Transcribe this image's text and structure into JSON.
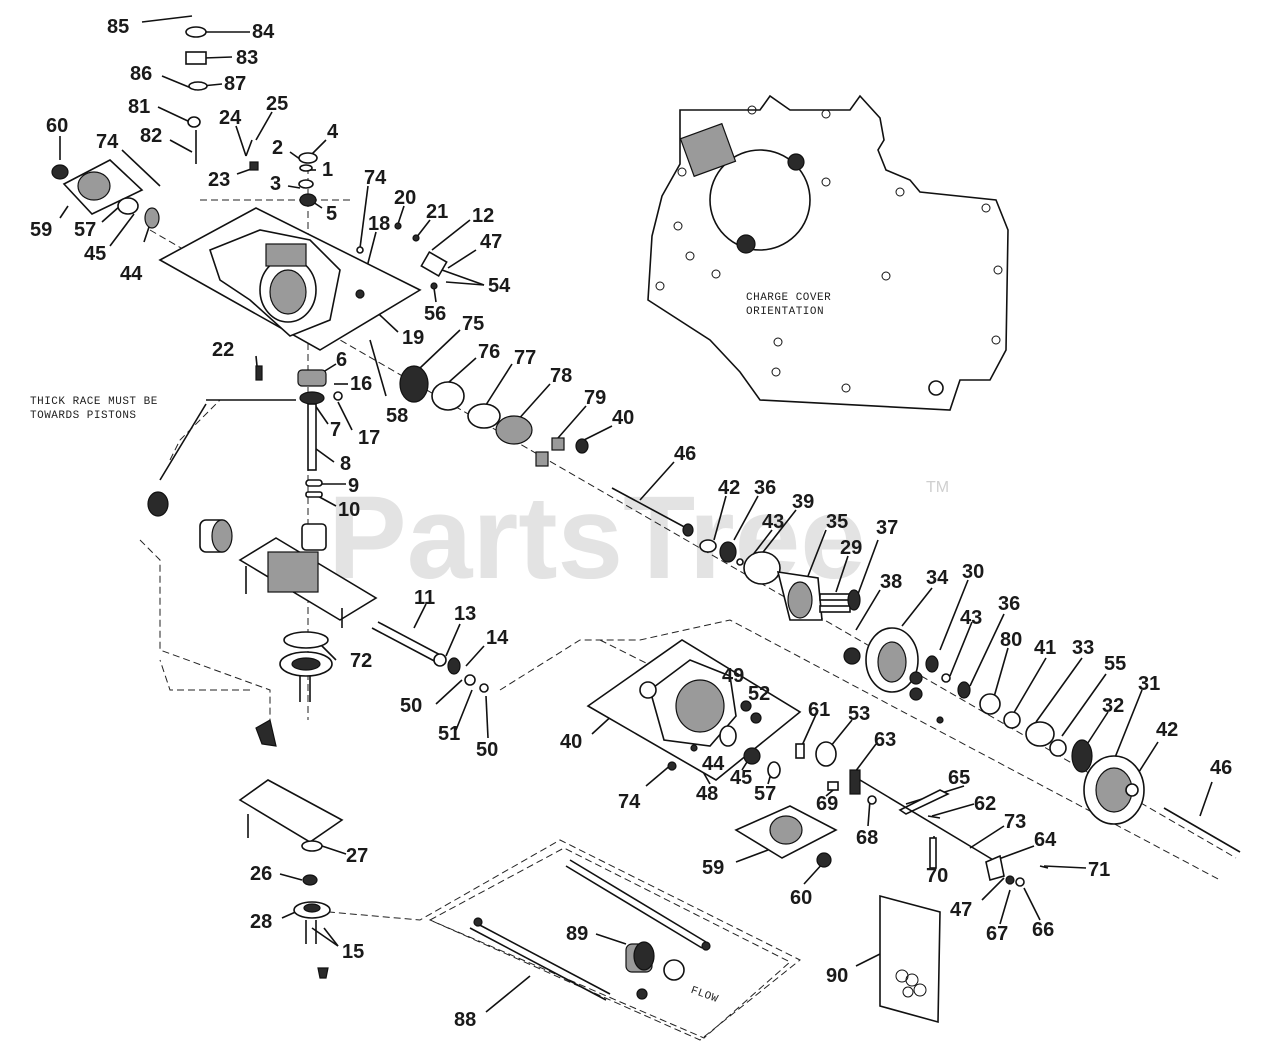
{
  "watermark": {
    "text": "PartsTree",
    "trademark": "TM"
  },
  "notes": {
    "thick_race_line1": "THICK RACE MUST BE",
    "thick_race_line2": "TOWARDS PISTONS",
    "charge_cover_line1": "CHARGE COVER",
    "charge_cover_line2": "ORIENTATION",
    "flow_mark": "FLOW"
  },
  "callouts": [
    {
      "id": "c85",
      "text": "85"
    },
    {
      "id": "c84",
      "text": "84"
    },
    {
      "id": "c83",
      "text": "83"
    },
    {
      "id": "c86",
      "text": "86"
    },
    {
      "id": "c87",
      "text": "87"
    },
    {
      "id": "c81",
      "text": "81"
    },
    {
      "id": "c25",
      "text": "25"
    },
    {
      "id": "c24",
      "text": "24"
    },
    {
      "id": "c60a",
      "text": "60"
    },
    {
      "id": "c74a",
      "text": "74"
    },
    {
      "id": "c82",
      "text": "82"
    },
    {
      "id": "c4",
      "text": "4"
    },
    {
      "id": "c2",
      "text": "2"
    },
    {
      "id": "c1",
      "text": "1"
    },
    {
      "id": "c23",
      "text": "23"
    },
    {
      "id": "c3",
      "text": "3"
    },
    {
      "id": "c5",
      "text": "5"
    },
    {
      "id": "c74b",
      "text": "74"
    },
    {
      "id": "c20",
      "text": "20"
    },
    {
      "id": "c21",
      "text": "21"
    },
    {
      "id": "c12",
      "text": "12"
    },
    {
      "id": "c47a",
      "text": "47"
    },
    {
      "id": "c59a",
      "text": "59"
    },
    {
      "id": "c57a",
      "text": "57"
    },
    {
      "id": "c45a",
      "text": "45"
    },
    {
      "id": "c44a",
      "text": "44"
    },
    {
      "id": "c18",
      "text": "18"
    },
    {
      "id": "c54",
      "text": "54"
    },
    {
      "id": "c56",
      "text": "56"
    },
    {
      "id": "c19",
      "text": "19"
    },
    {
      "id": "c75",
      "text": "75"
    },
    {
      "id": "c22",
      "text": "22"
    },
    {
      "id": "c6",
      "text": "6"
    },
    {
      "id": "c76",
      "text": "76"
    },
    {
      "id": "c77",
      "text": "77"
    },
    {
      "id": "c16",
      "text": "16"
    },
    {
      "id": "c58",
      "text": "58"
    },
    {
      "id": "c78",
      "text": "78"
    },
    {
      "id": "c7",
      "text": "7"
    },
    {
      "id": "c17",
      "text": "17"
    },
    {
      "id": "c79",
      "text": "79"
    },
    {
      "id": "c40a",
      "text": "40"
    },
    {
      "id": "c8",
      "text": "8"
    },
    {
      "id": "c46a",
      "text": "46"
    },
    {
      "id": "c9",
      "text": "9"
    },
    {
      "id": "c42a",
      "text": "42"
    },
    {
      "id": "c36a",
      "text": "36"
    },
    {
      "id": "c10",
      "text": "10"
    },
    {
      "id": "c39",
      "text": "39"
    },
    {
      "id": "c43a",
      "text": "43"
    },
    {
      "id": "c35",
      "text": "35"
    },
    {
      "id": "c37",
      "text": "37"
    },
    {
      "id": "c29",
      "text": "29"
    },
    {
      "id": "c34",
      "text": "34"
    },
    {
      "id": "c30",
      "text": "30"
    },
    {
      "id": "c38",
      "text": "38"
    },
    {
      "id": "c11",
      "text": "11"
    },
    {
      "id": "c13",
      "text": "13"
    },
    {
      "id": "c43b",
      "text": "43"
    },
    {
      "id": "c36b",
      "text": "36"
    },
    {
      "id": "c14",
      "text": "14"
    },
    {
      "id": "c41",
      "text": "41"
    },
    {
      "id": "c33",
      "text": "33"
    },
    {
      "id": "c80",
      "text": "80"
    },
    {
      "id": "c72",
      "text": "72"
    },
    {
      "id": "c55",
      "text": "55"
    },
    {
      "id": "c49",
      "text": "49"
    },
    {
      "id": "c52",
      "text": "52"
    },
    {
      "id": "c50a",
      "text": "50"
    },
    {
      "id": "c32",
      "text": "32"
    },
    {
      "id": "c31",
      "text": "31"
    },
    {
      "id": "c61",
      "text": "61"
    },
    {
      "id": "c53",
      "text": "53"
    },
    {
      "id": "c51",
      "text": "51"
    },
    {
      "id": "c40b",
      "text": "40"
    },
    {
      "id": "c50b",
      "text": "50"
    },
    {
      "id": "c42b",
      "text": "42"
    },
    {
      "id": "c63",
      "text": "63"
    },
    {
      "id": "c44b",
      "text": "44"
    },
    {
      "id": "c46b",
      "text": "46"
    },
    {
      "id": "c65",
      "text": "65"
    },
    {
      "id": "c45b",
      "text": "45"
    },
    {
      "id": "c57b",
      "text": "57"
    },
    {
      "id": "c74c",
      "text": "74"
    },
    {
      "id": "c48",
      "text": "48"
    },
    {
      "id": "c69",
      "text": "69"
    },
    {
      "id": "c62",
      "text": "62"
    },
    {
      "id": "c73",
      "text": "73"
    },
    {
      "id": "c68",
      "text": "68"
    },
    {
      "id": "c64",
      "text": "64"
    },
    {
      "id": "c27",
      "text": "27"
    },
    {
      "id": "c59b",
      "text": "59"
    },
    {
      "id": "c70",
      "text": "70"
    },
    {
      "id": "c71",
      "text": "71"
    },
    {
      "id": "c26",
      "text": "26"
    },
    {
      "id": "c60b",
      "text": "60"
    },
    {
      "id": "c47b",
      "text": "47"
    },
    {
      "id": "c28",
      "text": "28"
    },
    {
      "id": "c67",
      "text": "67"
    },
    {
      "id": "c66",
      "text": "66"
    },
    {
      "id": "c15",
      "text": "15"
    },
    {
      "id": "c89",
      "text": "89"
    },
    {
      "id": "c90",
      "text": "90"
    },
    {
      "id": "c88",
      "text": "88"
    }
  ]
}
